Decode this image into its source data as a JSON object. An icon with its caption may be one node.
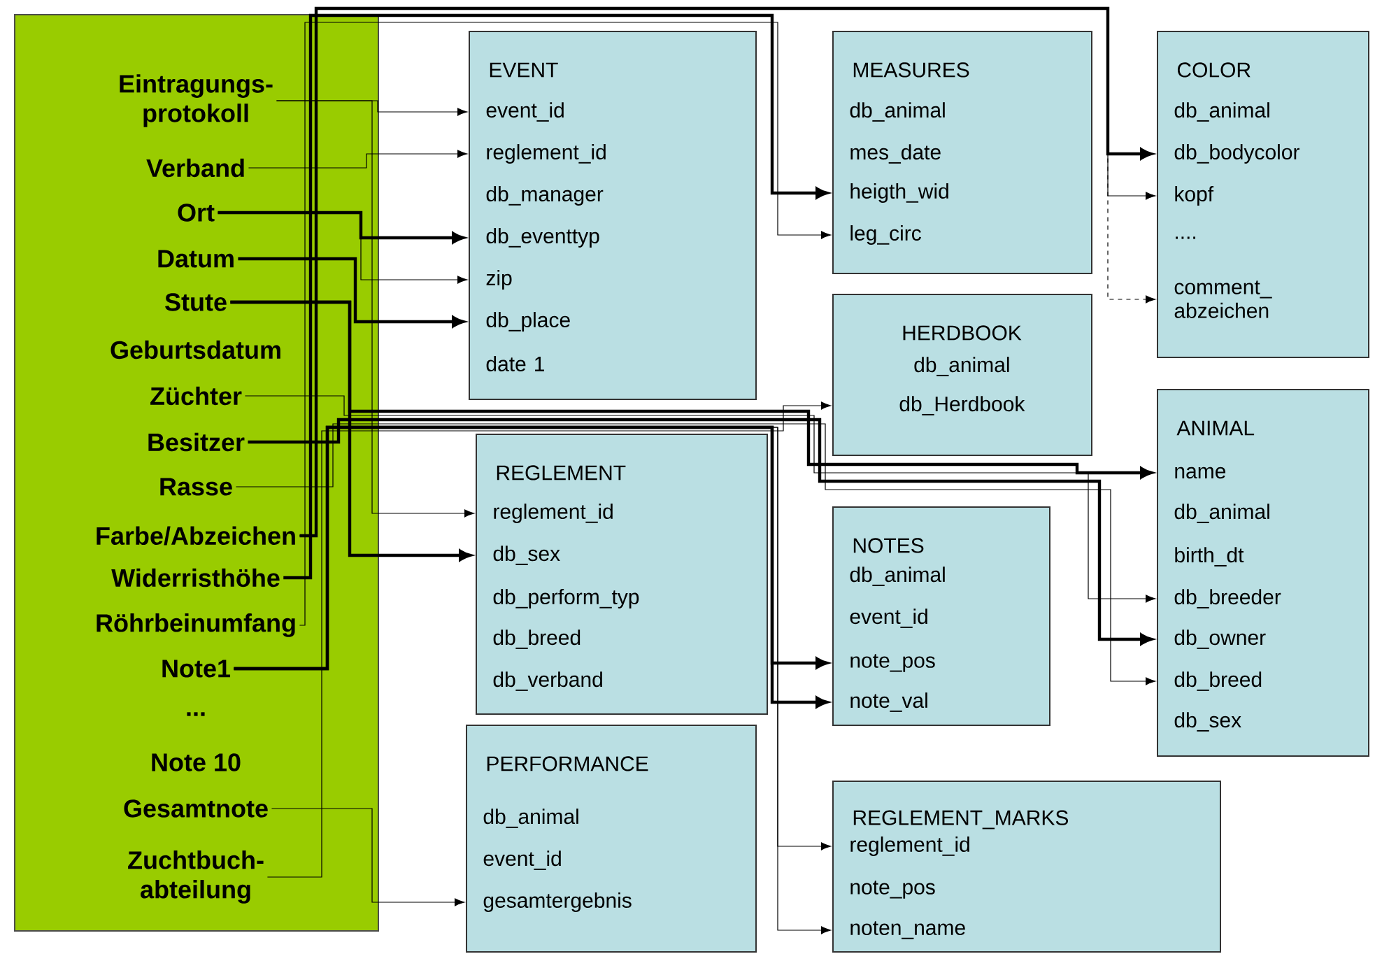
{
  "diagram": {
    "nodes": [
      {
        "text": [],
        "shape": "box"
      },
      {
        "text": [
          "Eintragungs- protokoll"
        ],
        "in": 0
      },
      {
        "text": [
          "Verband"
        ],
        "in": 0
      },
      {
        "text": [
          "Ort"
        ],
        "in": 0
      },
      {
        "text": [
          "Datum"
        ],
        "in": 0
      },
      {
        "text": [
          "Stute"
        ],
        "in": 0
      },
      {
        "text": [
          "Geburtsdatum"
        ],
        "in": 0
      },
      {
        "text": [
          "Züchter"
        ],
        "in": 0
      },
      {
        "text": [
          "Besitzer"
        ],
        "in": 0
      },
      {
        "text": [
          "Rasse"
        ],
        "in": 0
      },
      {
        "text": [
          "Farbe/Abzeichen"
        ],
        "in": 0
      },
      {
        "text": [
          "Widerristhöhe"
        ],
        "in": 0
      },
      {
        "text": [
          "Röhrbeinumfang"
        ],
        "in": 0
      },
      {
        "text": [
          "Note1"
        ],
        "in": 0
      },
      {
        "text": [
          "..."
        ],
        "in": 0
      },
      {
        "text": [
          "Note 10"
        ],
        "in": 0
      },
      {
        "text": [
          "Gesamtnote"
        ],
        "in": 0
      },
      {
        "text": [
          "Zuchtbuch- abteilung"
        ],
        "in": 0
      },
      {
        "text": [
          "EVENT"
        ]
      },
      {
        "text": [
          "event_id"
        ],
        "in": 18
      },
      {
        "text": [
          "reglement_id"
        ],
        "in": 18
      },
      {
        "text": [
          "db_manager"
        ],
        "in": 18
      },
      {
        "text": [
          "db_eventtyp"
        ],
        "in": 18
      },
      {
        "text": [
          "zip"
        ],
        "in": 18
      },
      {
        "text": [
          "db_place"
        ],
        "in": 18
      },
      {
        "text": [
          "date 1"
        ],
        "in": 18
      },
      {
        "text": [
          "REGLEMENT"
        ]
      },
      {
        "text": [
          "reglement_id"
        ],
        "in": 26
      },
      {
        "text": [
          "db_sex"
        ],
        "in": 26
      },
      {
        "text": [
          "db_perform_typ"
        ],
        "in": 26
      },
      {
        "text": [
          "db_breed"
        ],
        "in": 26
      },
      {
        "text": [
          "db_verband"
        ],
        "in": 26
      },
      {
        "text": [
          "PERFORMANCE"
        ]
      },
      {
        "text": [
          "db_animal"
        ],
        "in": 32
      },
      {
        "text": [
          "event_id"
        ],
        "in": 32
      },
      {
        "text": [
          "gesamtergebnis"
        ],
        "in": 32
      },
      {
        "text": [
          "MEASURES"
        ]
      },
      {
        "text": [
          "db_animal"
        ],
        "in": 36
      },
      {
        "text": [
          "mes_date"
        ],
        "in": 36
      },
      {
        "text": [
          "heigth_wid"
        ],
        "in": 36
      },
      {
        "text": [
          "leg_circ"
        ],
        "in": 36
      },
      {
        "text": [
          "HERDBOOK"
        ]
      },
      {
        "text": [
          "db_animal"
        ],
        "in": 41
      },
      {
        "text": [
          "db_Herdbook"
        ],
        "in": 41
      },
      {
        "text": [
          "NOTES"
        ]
      },
      {
        "text": [
          "db_animal"
        ],
        "in": 44
      },
      {
        "text": [
          "event_id"
        ],
        "in": 44
      },
      {
        "text": [
          "note_pos"
        ],
        "in": 44
      },
      {
        "text": [
          "note_val"
        ],
        "in": 44
      },
      {
        "text": [
          "REGLEMENT_MARKS"
        ]
      },
      {
        "text": [
          "reglement_id"
        ],
        "in": 49
      },
      {
        "text": [
          "note_pos"
        ],
        "in": 49
      },
      {
        "text": [
          "noten_name"
        ],
        "in": 49
      },
      {
        "text": [
          "COLOR"
        ]
      },
      {
        "text": [
          "db_animal"
        ],
        "in": 53
      },
      {
        "text": [
          "db_bodycolor"
        ],
        "in": 53
      },
      {
        "text": [
          "kopf"
        ],
        "in": 53
      },
      {
        "text": [
          "...."
        ],
        "in": 53
      },
      {
        "text": [
          "comment_ abzeichen"
        ],
        "in": 53
      },
      {
        "text": [
          "ANIMAL"
        ]
      },
      {
        "text": [
          "name"
        ],
        "in": 59
      },
      {
        "text": [
          "db_animal"
        ],
        "in": 59
      },
      {
        "text": [
          "birth_dt"
        ],
        "in": 59
      },
      {
        "text": [
          "db_breeder"
        ],
        "in": 59
      },
      {
        "text": [
          "db_owner"
        ],
        "in": 59
      },
      {
        "text": [
          "db_breed"
        ],
        "in": 59
      },
      {
        "text": [
          "db_sex"
        ],
        "in": 59
      }
    ],
    "edges": [
      {
        "from": 1,
        "to": 19,
        "arrow": "to"
      },
      {
        "from": 1,
        "to": 27,
        "arrow": "to"
      },
      {
        "from": 2,
        "to": 20,
        "arrow": "to"
      },
      {
        "from": 3,
        "to": 22,
        "arrow": "to",
        "style": "thick"
      },
      {
        "from": 3,
        "to": 23,
        "arrow": "to"
      },
      {
        "from": 4,
        "to": 24,
        "arrow": "to",
        "style": "thick"
      },
      {
        "from": 5,
        "to": 28,
        "arrow": "to",
        "style": "thick"
      },
      {
        "from": 5,
        "to": 60,
        "arrow": "to",
        "style": "thick"
      },
      {
        "from": 7,
        "to": 63,
        "arrow": "to"
      },
      {
        "from": 8,
        "to": 64,
        "arrow": "to",
        "style": "thick"
      },
      {
        "from": 9,
        "to": 65,
        "arrow": "to"
      },
      {
        "from": 10,
        "to": 55,
        "arrow": "to",
        "style": "thick"
      },
      {
        "from": 10,
        "to": 56,
        "arrow": "to"
      },
      {
        "from": 10,
        "to": 58,
        "arrow": "to",
        "style": "dashed"
      },
      {
        "from": 11,
        "to": 39,
        "arrow": "to",
        "style": "thick"
      },
      {
        "from": 12,
        "to": 40,
        "arrow": "to"
      },
      {
        "from": 13,
        "to": 47,
        "arrow": "to",
        "style": "thick"
      },
      {
        "from": 13,
        "to": 48,
        "arrow": "to",
        "style": "thick"
      },
      {
        "from": 13,
        "to": 50,
        "arrow": "to"
      },
      {
        "from": 13,
        "to": 52,
        "arrow": "to"
      },
      {
        "from": 16,
        "to": 35,
        "arrow": "to"
      },
      {
        "from": 17,
        "to": 43,
        "arrow": "to"
      }
    ]
  }
}
